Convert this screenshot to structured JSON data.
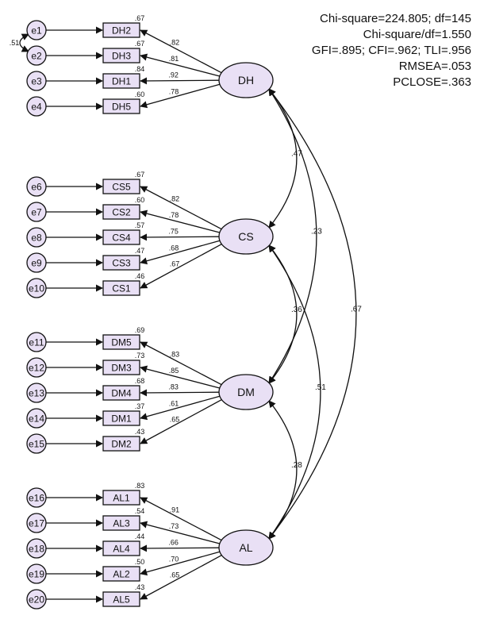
{
  "fit_statistics": [
    "Chi-square=224.805; df=145",
    "Chi-square/df=1.550",
    "GFI=.895; CFI=.962; TLI=.956",
    "RMSEA=.053",
    "PCLOSE=.363"
  ],
  "colors": {
    "node_fill": "#e9e0f5",
    "stroke": "#111111",
    "text": "#111111"
  },
  "factors": [
    {
      "name": "DH",
      "indicators": [
        {
          "name": "DH2",
          "error": "e1",
          "loading": ".82",
          "r2": ".67"
        },
        {
          "name": "DH3",
          "error": "e2",
          "loading": ".81",
          "r2": ".67"
        },
        {
          "name": "DH1",
          "error": "e3",
          "loading": ".92",
          "r2": ".84"
        },
        {
          "name": "DH5",
          "error": "e4",
          "loading": ".78",
          "r2": ".60"
        }
      ]
    },
    {
      "name": "CS",
      "indicators": [
        {
          "name": "CS5",
          "error": "e6",
          "loading": ".82",
          "r2": ".67"
        },
        {
          "name": "CS2",
          "error": "e7",
          "loading": ".78",
          "r2": ".60"
        },
        {
          "name": "CS4",
          "error": "e8",
          "loading": ".75",
          "r2": ".57"
        },
        {
          "name": "CS3",
          "error": "e9",
          "loading": ".68",
          "r2": ".47"
        },
        {
          "name": "CS1",
          "error": "e10",
          "loading": ".67",
          "r2": ".46"
        }
      ]
    },
    {
      "name": "DM",
      "indicators": [
        {
          "name": "DM5",
          "error": "e11",
          "loading": ".83",
          "r2": ".69"
        },
        {
          "name": "DM3",
          "error": "e12",
          "loading": ".85",
          "r2": ".73"
        },
        {
          "name": "DM4",
          "error": "e13",
          "loading": ".83",
          "r2": ".68"
        },
        {
          "name": "DM1",
          "error": "e14",
          "loading": ".61",
          "r2": ".37"
        },
        {
          "name": "DM2",
          "error": "e15",
          "loading": ".65",
          "r2": ".43"
        }
      ]
    },
    {
      "name": "AL",
      "indicators": [
        {
          "name": "AL1",
          "error": "e16",
          "loading": ".91",
          "r2": ".83"
        },
        {
          "name": "AL3",
          "error": "e17",
          "loading": ".73",
          "r2": ".54"
        },
        {
          "name": "AL4",
          "error": "e18",
          "loading": ".66",
          "r2": ".44"
        },
        {
          "name": "AL2",
          "error": "e19",
          "loading": ".70",
          "r2": ".50"
        },
        {
          "name": "AL5",
          "error": "e20",
          "loading": ".65",
          "r2": ".43"
        }
      ]
    }
  ],
  "covariances": [
    {
      "from": "DH",
      "to": "CS",
      "value": ".47"
    },
    {
      "from": "DH",
      "to": "DM",
      "value": ".23"
    },
    {
      "from": "DH",
      "to": "AL",
      "value": ".67"
    },
    {
      "from": "CS",
      "to": "DM",
      "value": ".36"
    },
    {
      "from": "CS",
      "to": "AL",
      "value": ".51"
    },
    {
      "from": "DM",
      "to": "AL",
      "value": ".28"
    }
  ],
  "error_covariances": [
    {
      "from": "e1",
      "to": "e2",
      "value": ".51"
    }
  ]
}
